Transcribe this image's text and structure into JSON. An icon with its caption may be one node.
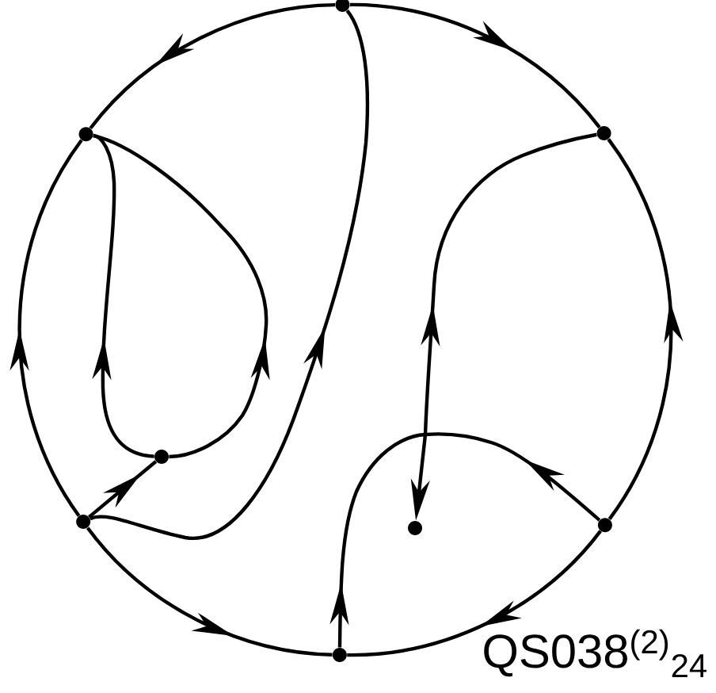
{
  "diagram": {
    "nodes": [
      {
        "text": [],
        "shape": "dot"
      },
      {
        "text": [],
        "shape": "dot"
      },
      {
        "text": [],
        "shape": "dot"
      },
      {
        "text": [],
        "shape": "dot"
      },
      {
        "text": [],
        "shape": "dot"
      },
      {
        "text": [],
        "shape": "dot"
      },
      {
        "text": [],
        "shape": "dot"
      },
      {
        "text": [],
        "shape": "dot"
      }
    ],
    "edges": [
      {
        "from": 0,
        "to": 1,
        "arrow": "to"
      },
      {
        "from": 0,
        "to": 2,
        "arrow": "to"
      },
      {
        "from": 4,
        "to": 1,
        "arrow": "to"
      },
      {
        "from": 6,
        "to": 2,
        "arrow": "to"
      },
      {
        "from": 4,
        "to": 7,
        "arrow": "to"
      },
      {
        "from": 6,
        "to": 7,
        "arrow": "to"
      },
      {
        "from": 3,
        "to": 1,
        "arrow": "to"
      },
      {
        "from": 3,
        "to": 1,
        "arrow": "to"
      },
      {
        "from": 4,
        "to": 3,
        "arrow": "to"
      },
      {
        "from": 4,
        "to": 0,
        "arrow": "to"
      },
      {
        "from": 7,
        "to": 2,
        "arrow": "to"
      },
      {
        "from": 7,
        "to": 5,
        "arrow": "to"
      },
      {
        "from": 6,
        "to": 2,
        "arrow": "to"
      },
      {
        "from": 6,
        "to": 5,
        "arrow": "to"
      }
    ],
    "labels": [
      "QS038$^{(2)}$$_{24}$"
    ]
  }
}
